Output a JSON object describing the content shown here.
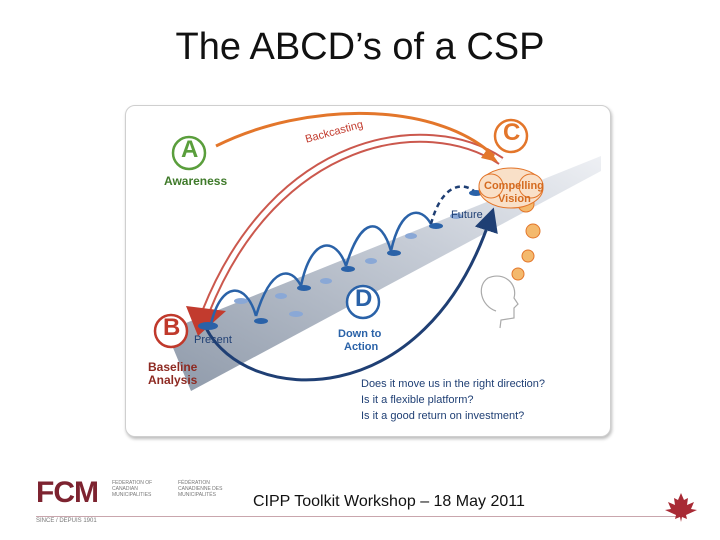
{
  "slide": {
    "title": "The ABCD’s of a CSP"
  },
  "diagram": {
    "backcasting": "Backcasting",
    "a": {
      "letter": "A",
      "label": "Awareness"
    },
    "b": {
      "letter": "B",
      "label_line1": "Baseline",
      "label_line2": "Analysis"
    },
    "c": {
      "letter": "C",
      "label_line1": "Compelling",
      "label_line2": "Vision"
    },
    "d": {
      "letter": "D",
      "label_line1": "Down to",
      "label_line2": "Action"
    },
    "present": "Present",
    "future": "Future",
    "questions": [
      "Does it move us in the right direction?",
      "Is it a flexible platform?",
      "Is it a good return on investment?"
    ],
    "colors": {
      "a": "#5a9e3c",
      "b": "#c0392b",
      "c": "#e3762b",
      "d": "#2a62a8",
      "dark_blue": "#1f3f74"
    }
  },
  "footer": {
    "workshop": "CIPP Toolkit Workshop – 18 May 2011",
    "logo": "FCM",
    "org_en": "FEDERATION OF CANADIAN MUNICIPALITIES",
    "org_fr": "FÉDÉRATION CANADIENNE DES MUNICIPALITÉS",
    "since": "SINCE / DEPUIS 1901",
    "maple_icon": "maple-leaf-icon"
  }
}
